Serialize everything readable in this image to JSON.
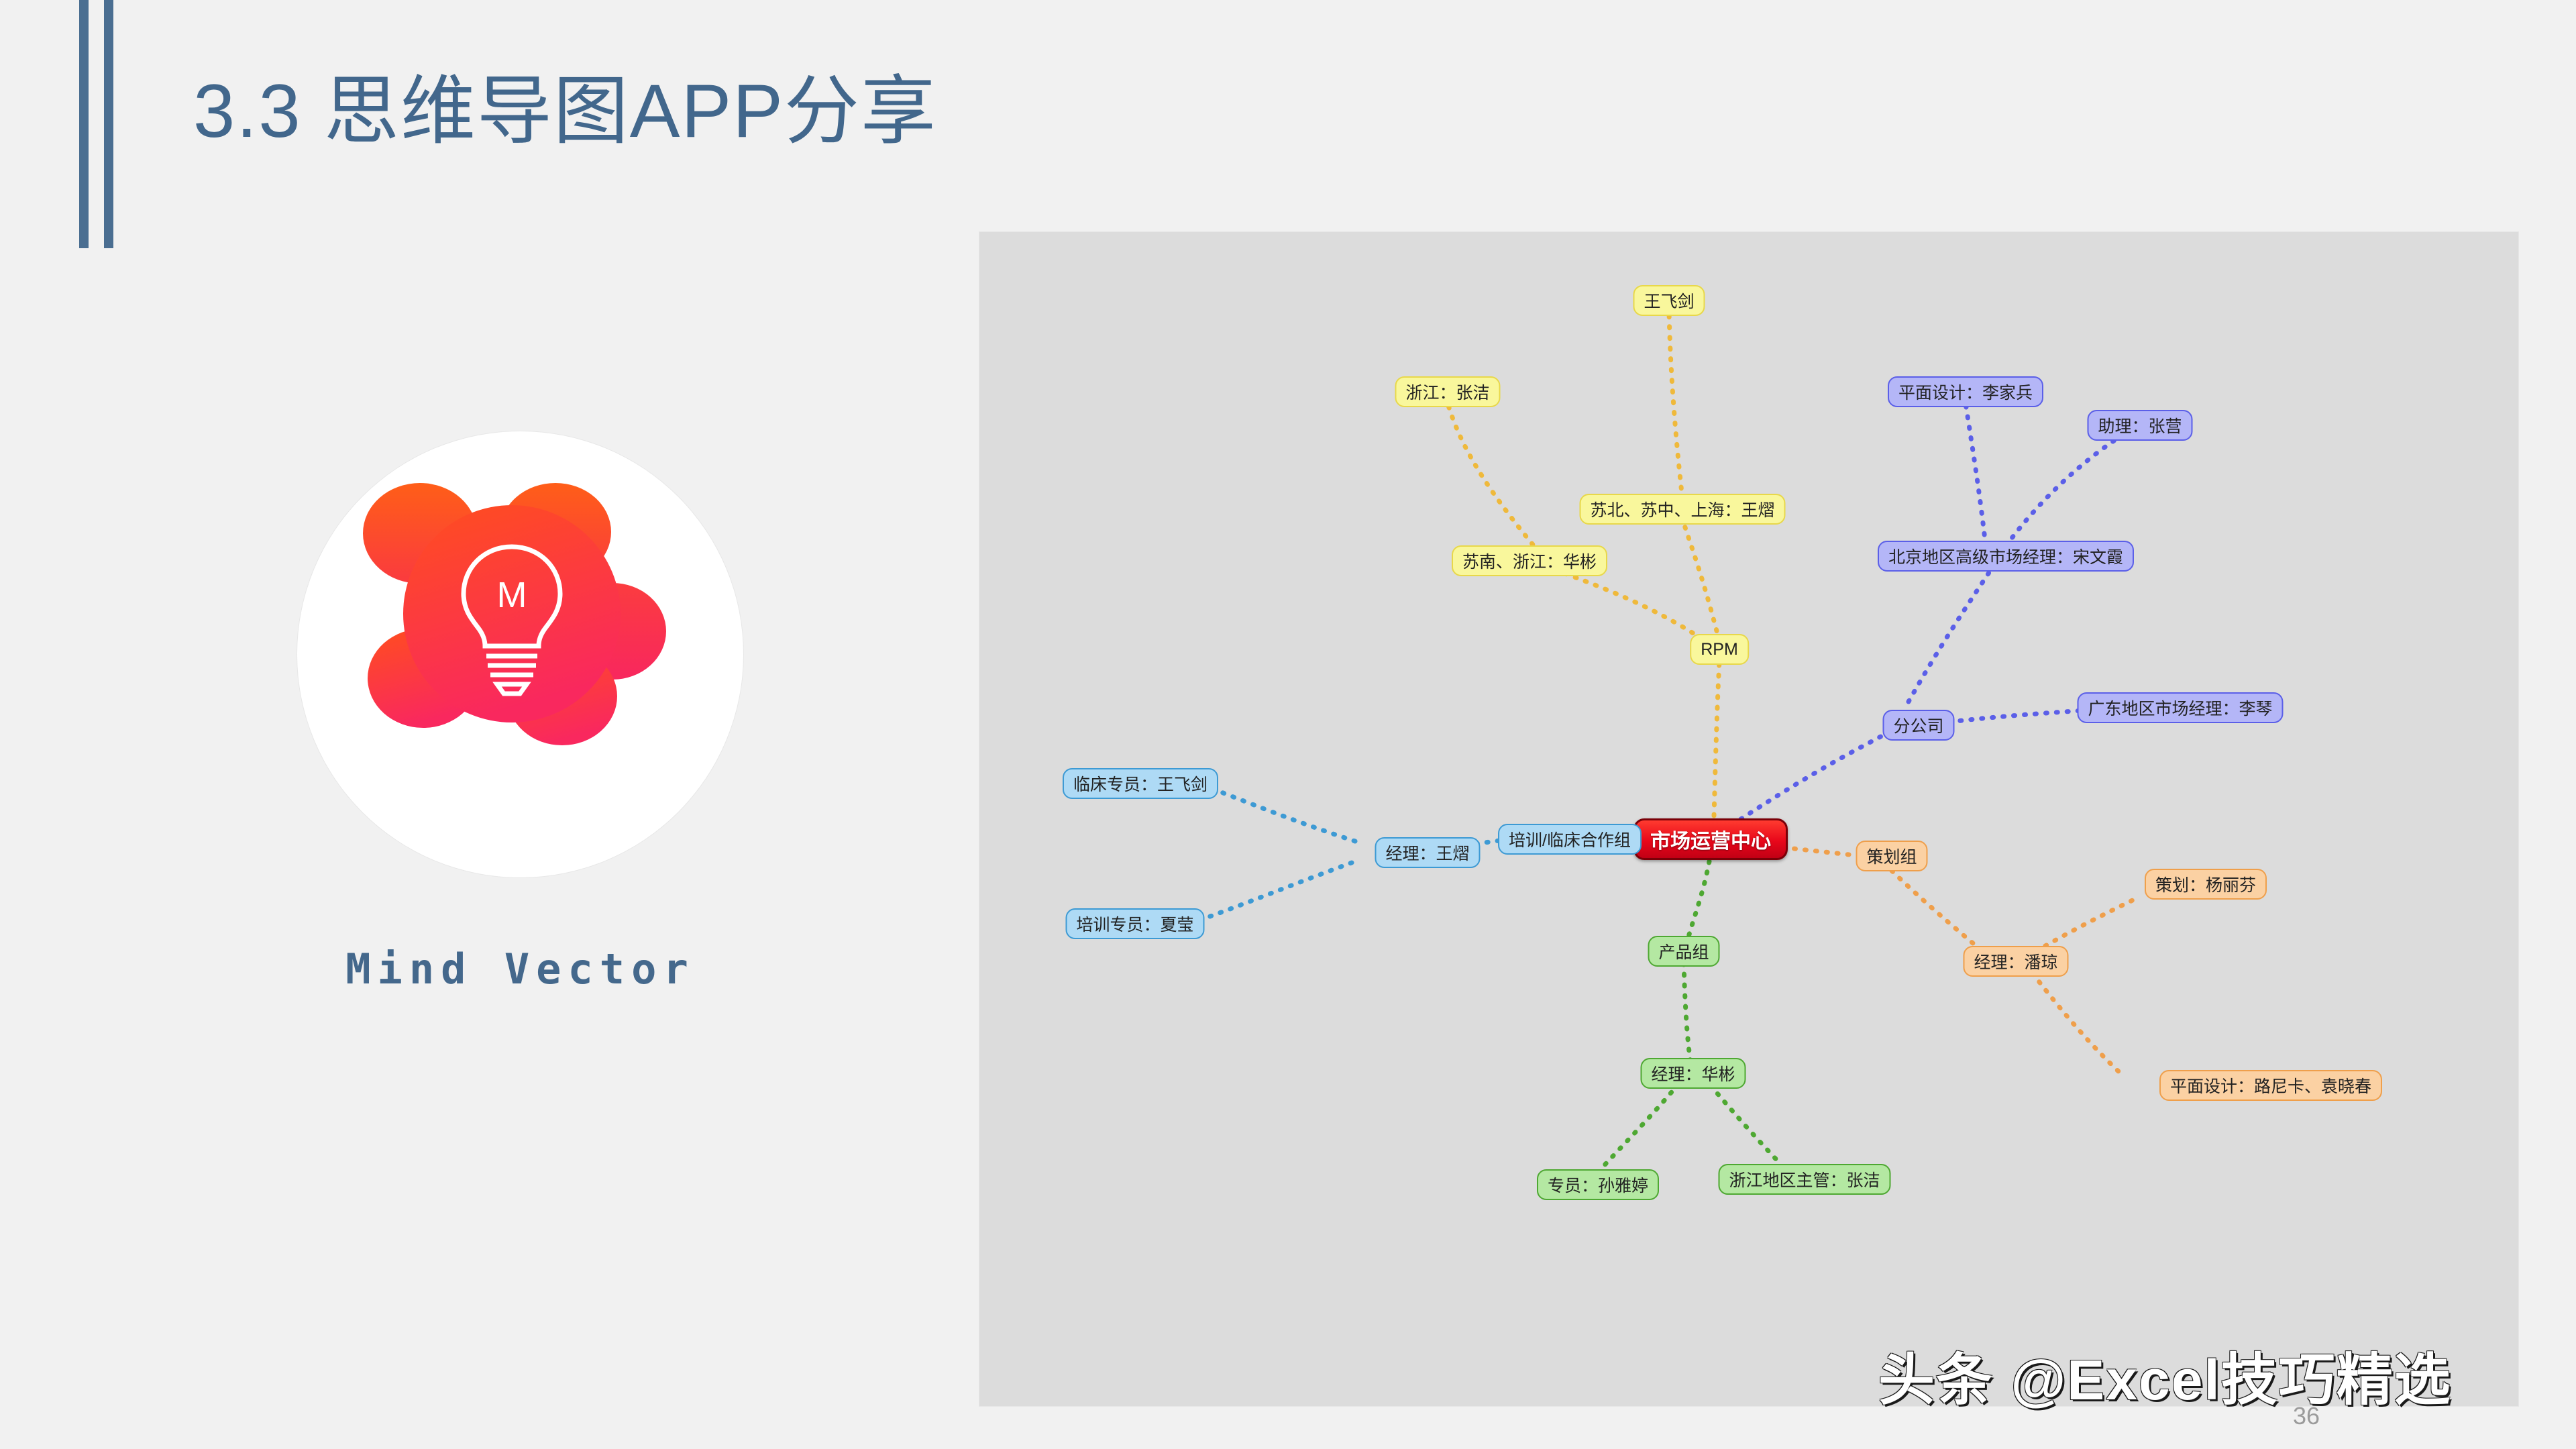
{
  "slide": {
    "title": "3.3 思维导图APP分享",
    "page_number": "36",
    "watermark": "头条 @Excel技巧精选",
    "accent_color": "#42678c",
    "panel_color": "#dcdcdc"
  },
  "app": {
    "name": "Mind  Vector",
    "logo_icon": "mind-map-bulb-icon",
    "logo_colors": [
      "#ff5a1f",
      "#fa3c46",
      "#f8285c"
    ]
  },
  "mindmap": {
    "root": {
      "label": "市场运营中心",
      "color": "#e8071a"
    },
    "branches": [
      {
        "name": "rpm-branch",
        "color": "yellow",
        "hex": "#f9f79c",
        "nodes": [
          {
            "label": "RPM"
          },
          {
            "label": "王飞剑"
          },
          {
            "label": "苏北、苏中、上海：王熠"
          },
          {
            "label": "浙江：张洁"
          },
          {
            "label": "苏南、浙江：华彬"
          }
        ]
      },
      {
        "name": "branch-office-branch",
        "color": "blue",
        "hex": "#b4b6f7",
        "nodes": [
          {
            "label": "分公司"
          },
          {
            "label": "北京地区高级市场经理：宋文霞"
          },
          {
            "label": "平面设计：李家兵"
          },
          {
            "label": "助理：张营"
          },
          {
            "label": "广东地区市场经理：李琴"
          }
        ]
      },
      {
        "name": "training-clinical-branch",
        "color": "lblue",
        "hex": "#aedaf5",
        "nodes": [
          {
            "label": "培训/临床合作组"
          },
          {
            "label": "经理：王熠"
          },
          {
            "label": "临床专员：王飞剑"
          },
          {
            "label": "培训专员：夏莹"
          }
        ]
      },
      {
        "name": "product-branch",
        "color": "green",
        "hex": "#b4e8a2",
        "nodes": [
          {
            "label": "产品组"
          },
          {
            "label": "经理：华彬"
          },
          {
            "label": "专员：孙雅婷"
          },
          {
            "label": "浙江地区主管：张洁"
          }
        ]
      },
      {
        "name": "planning-branch",
        "color": "orange",
        "hex": "#fbd1a3",
        "nodes": [
          {
            "label": "策划组"
          },
          {
            "label": "经理：潘琼"
          },
          {
            "label": "策划：杨丽芬"
          },
          {
            "label": "平面设计：路尼卡、袁晓春"
          }
        ]
      }
    ]
  }
}
